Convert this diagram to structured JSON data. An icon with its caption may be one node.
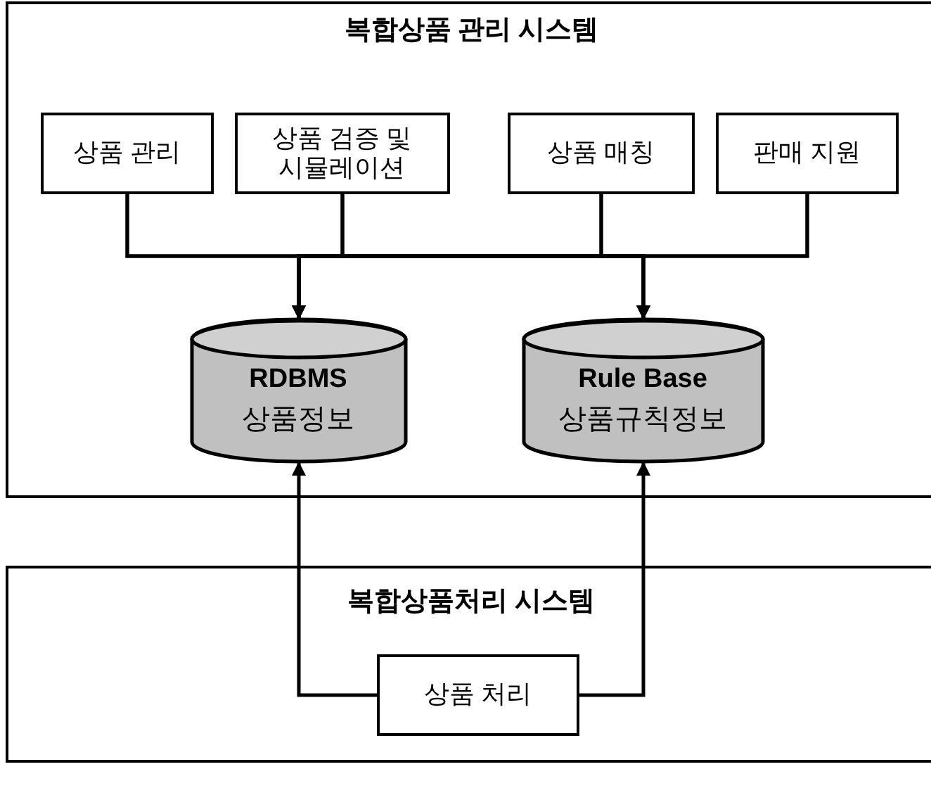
{
  "diagram": {
    "nodes": [
      {
        "text": [
          "복합상품 관리 시스템"
        ]
      },
      {
        "text": [
          "상품 관리"
        ],
        "in": 0
      },
      {
        "text": [
          "상품 검증 및 시뮬레이션"
        ],
        "in": 0
      },
      {
        "text": [
          "상품 매칭"
        ],
        "in": 0
      },
      {
        "text": [
          "판매 지원"
        ],
        "in": 0
      },
      {
        "text": [
          "RDBMS",
          "상품정보"
        ],
        "in": 0
      },
      {
        "text": [
          "Rule Base",
          "상품규칙정보"
        ],
        "in": 0
      },
      {
        "text": [
          "복합상품처리 시스템"
        ]
      },
      {
        "text": [
          "상품 처리"
        ],
        "in": 7
      }
    ],
    "edges": [
      {
        "from": 1,
        "to": 5,
        "arrow": "to"
      },
      {
        "from": 2,
        "to": 5,
        "arrow": "to"
      },
      {
        "from": 3,
        "to": 5,
        "arrow": "to"
      },
      {
        "from": 4,
        "to": 5,
        "arrow": "to"
      },
      {
        "from": 1,
        "to": 6,
        "arrow": "to"
      },
      {
        "from": 2,
        "to": 6,
        "arrow": "to"
      },
      {
        "from": 3,
        "to": 6,
        "arrow": "to"
      },
      {
        "from": 4,
        "to": 6,
        "arrow": "to"
      },
      {
        "from": 8,
        "to": 5,
        "arrow": "to"
      },
      {
        "from": 8,
        "to": 6,
        "arrow": "to"
      }
    ]
  }
}
